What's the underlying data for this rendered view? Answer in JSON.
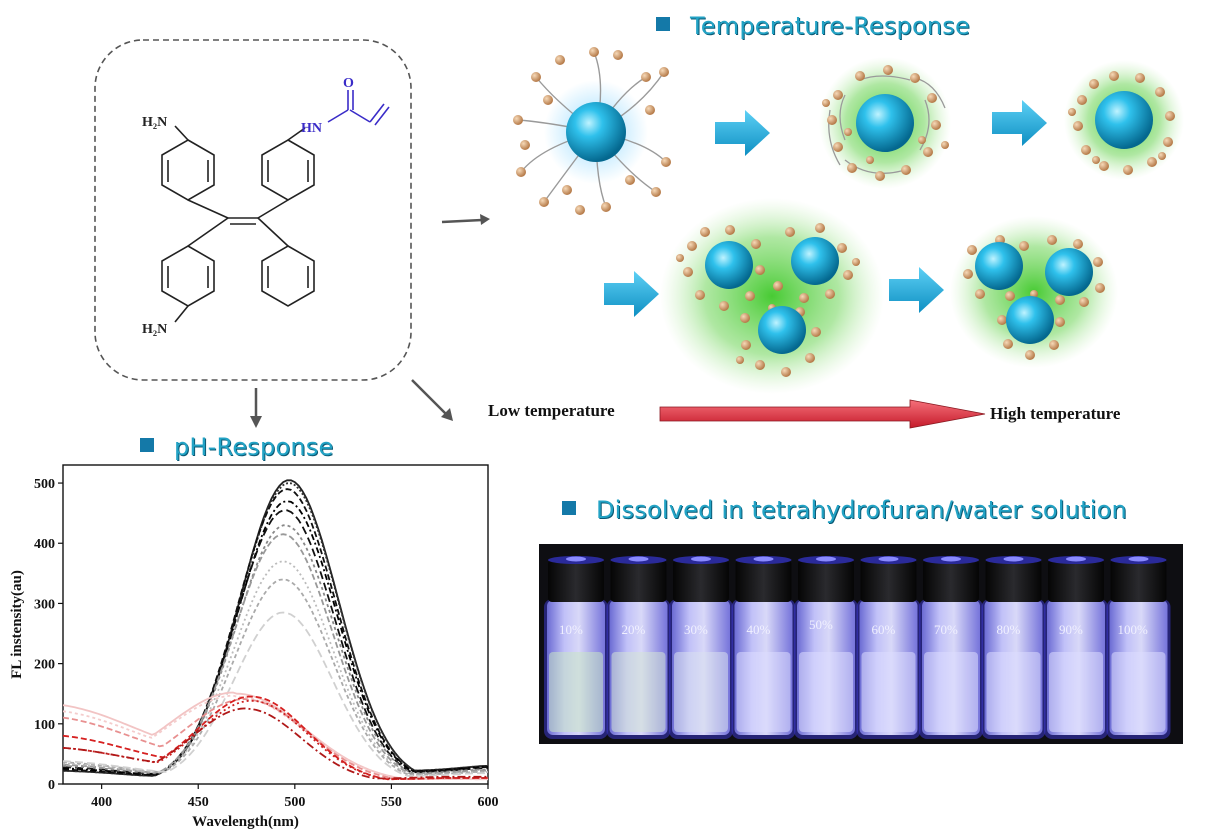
{
  "headings": {
    "temperature": "Temperature-Response",
    "ph": "pH-Response",
    "solution": "Dissolved in tetrahydrofuran/water solution"
  },
  "molecule": {
    "amine_top": "H₂N",
    "amine_bottom": "H₂N",
    "amide_nh": "HN",
    "amide_o": "O"
  },
  "temperature_scale": {
    "low": "Low temperature",
    "high": "High temperature"
  },
  "vials": {
    "labels": [
      "10%",
      "20%",
      "30%",
      "40%",
      "50%",
      "60%",
      "70%",
      "80%",
      "90%",
      "100%"
    ]
  },
  "chart_data": {
    "type": "line",
    "xlabel": "Wavelength(nm)",
    "ylabel": "FL instensity(au)",
    "xlim": [
      380,
      600
    ],
    "ylim": [
      0,
      530
    ],
    "xticks": [
      400,
      450,
      500,
      550,
      600
    ],
    "yticks": [
      0,
      100,
      200,
      300,
      400,
      500
    ],
    "curve_shape": "gaussian",
    "series": [
      {
        "color": "#222222",
        "dash": "",
        "peak_x": 497,
        "peak_y": 505,
        "width": 36,
        "left_x": 380,
        "left_y": 22,
        "right_y": 30
      },
      {
        "color": "#333333",
        "dash": "2,2",
        "peak_x": 497,
        "peak_y": 500,
        "width": 36,
        "left_x": 380,
        "left_y": 22,
        "right_y": 30
      },
      {
        "color": "#111111",
        "dash": "6,3",
        "peak_x": 496,
        "peak_y": 490,
        "width": 36,
        "left_x": 380,
        "left_y": 24,
        "right_y": 28
      },
      {
        "color": "#000000",
        "dash": "6,3,2,3",
        "peak_x": 496,
        "peak_y": 470,
        "width": 36,
        "left_x": 380,
        "left_y": 26,
        "right_y": 28
      },
      {
        "color": "#111111",
        "dash": "8,4",
        "peak_x": 495,
        "peak_y": 455,
        "width": 36,
        "left_x": 380,
        "left_y": 28,
        "right_y": 26
      },
      {
        "color": "#888888",
        "dash": "3,3",
        "peak_x": 495,
        "peak_y": 430,
        "width": 36,
        "left_x": 380,
        "left_y": 30,
        "right_y": 24
      },
      {
        "color": "#999999",
        "dash": "6,3",
        "peak_x": 494,
        "peak_y": 415,
        "width": 36,
        "left_x": 380,
        "left_y": 32,
        "right_y": 22
      },
      {
        "color": "#bbbbbb",
        "dash": "2,3",
        "peak_x": 494,
        "peak_y": 370,
        "width": 36,
        "left_x": 380,
        "left_y": 34,
        "right_y": 20
      },
      {
        "color": "#aaaaaa",
        "dash": "4,3",
        "peak_x": 494,
        "peak_y": 340,
        "width": 36,
        "left_x": 380,
        "left_y": 36,
        "right_y": 20
      },
      {
        "color": "#d0d0d0",
        "dash": "8,4",
        "peak_x": 494,
        "peak_y": 285,
        "width": 36,
        "left_x": 380,
        "left_y": 38,
        "right_y": 18
      },
      {
        "color": "#f2c4c4",
        "dash": "",
        "peak_x": 470,
        "peak_y": 150,
        "width": 50,
        "left_x": 380,
        "left_y": 130,
        "right_y": 8
      },
      {
        "color": "#f4cccc",
        "dash": "3,3",
        "peak_x": 470,
        "peak_y": 145,
        "width": 50,
        "left_x": 380,
        "left_y": 120,
        "right_y": 8
      },
      {
        "color": "#e89090",
        "dash": "6,3",
        "peak_x": 475,
        "peak_y": 140,
        "width": 45,
        "left_x": 380,
        "left_y": 110,
        "right_y": 10
      },
      {
        "color": "#d62020",
        "dash": "6,3",
        "peak_x": 478,
        "peak_y": 145,
        "width": 40,
        "left_x": 380,
        "left_y": 80,
        "right_y": 10
      },
      {
        "color": "#cc2222",
        "dash": "2,3",
        "peak_x": 478,
        "peak_y": 138,
        "width": 40,
        "left_x": 380,
        "left_y": 60,
        "right_y": 10
      },
      {
        "color": "#b01818",
        "dash": "8,3,2,3",
        "peak_x": 475,
        "peak_y": 125,
        "width": 40,
        "left_x": 380,
        "left_y": 60,
        "right_y": 12
      }
    ]
  }
}
